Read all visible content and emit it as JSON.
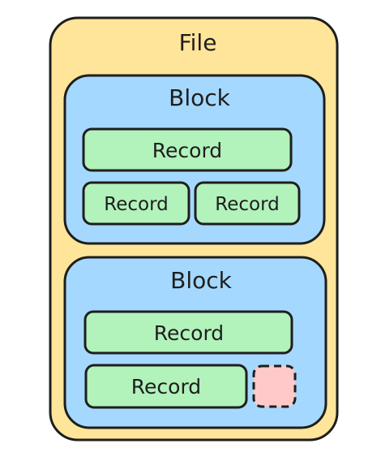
{
  "diagram": {
    "file": {
      "label": "File",
      "color": "#ffe599"
    },
    "blocks": [
      {
        "label": "Block",
        "color": "#a5d8ff",
        "records": [
          "Record",
          "Record",
          "Record"
        ]
      },
      {
        "label": "Block",
        "color": "#a5d8ff",
        "records": [
          "Record",
          "Record"
        ],
        "free_slot_color": "#ffc9c9"
      }
    ],
    "record_color": "#b2f2bb",
    "stroke_color": "#1e1e1e"
  }
}
